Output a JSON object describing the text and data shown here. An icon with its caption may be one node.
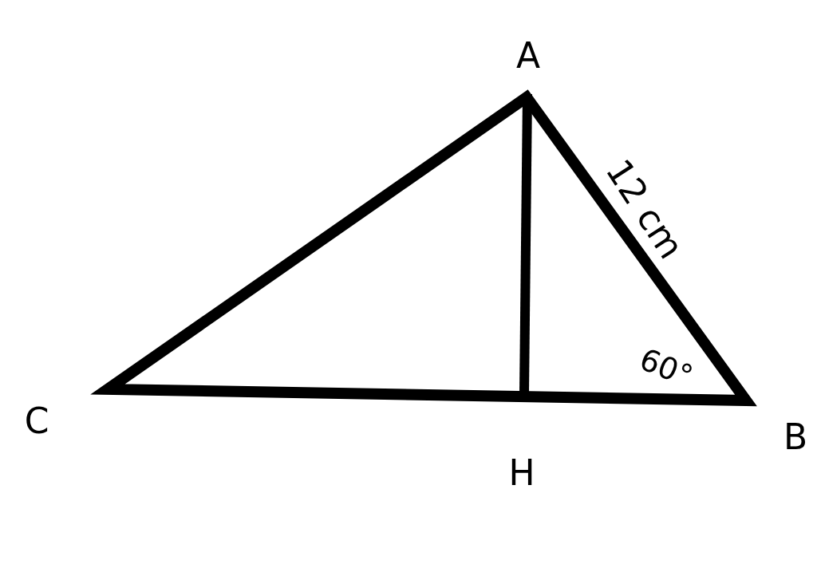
{
  "diagram": {
    "labels": [
      "A",
      "12 cm",
      "60°",
      "C",
      "B",
      "H"
    ]
  }
}
